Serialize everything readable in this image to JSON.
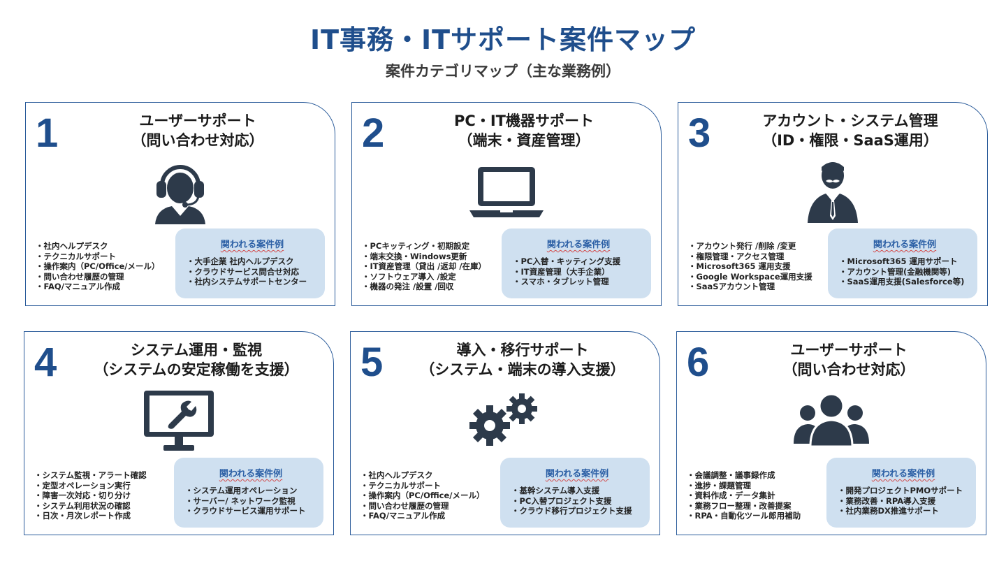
{
  "title": "IT事務・ITサポート案件マップ",
  "subtitle": "案件カテゴリマップ（主な業務例）",
  "example_heading": "関われる案件例",
  "colors": {
    "accent": "#1f4e8c",
    "example_bg": "#cfe0f0",
    "icon": "#2d3a4a"
  },
  "cards": [
    {
      "num": "1",
      "title": [
        "ユーザーサポート",
        "（問い合わせ対応）"
      ],
      "icon": "headset-support-icon",
      "tasks": [
        "・社内ヘルプデスク",
        "・テクニカルサポート",
        "・操作案内（PC/Office/メール）",
        "・問い合わせ履歴の管理",
        "・FAQ/マニュアル作成"
      ],
      "examples": [
        "・大手企業 社内ヘルプデスク",
        "・クラウドサービス問合せ対応",
        "・社内システムサポートセンター"
      ]
    },
    {
      "num": "2",
      "title": [
        "PC・IT機器サポート",
        "（端末・資産管理）"
      ],
      "icon": "laptop-icon",
      "tasks": [
        "・PCキッティング・初期設定",
        "・端末交換・Windows更新",
        "・IT資産管理（貸出 /返却 /在庫）",
        "・ソフトウェア導入 /設定",
        "・機器の発注 /設置 /回収"
      ],
      "examples": [
        "・PC入替・キッティング支援",
        "・IT資産管理（大手企業）",
        "・スマホ・タブレット管理"
      ]
    },
    {
      "num": "3",
      "title": [
        "アカウント・システム管理",
        "（ID・権限・SaaS運用）"
      ],
      "icon": "admin-user-icon",
      "tasks": [
        "・アカウント発行 /削除 /変更",
        "・権限管理・アクセス管理",
        "・Microsoft365 運用支援",
        "・Google Workspace運用支援",
        "・SaaSアカウント管理"
      ],
      "examples": [
        "・Microsoft365 運用サポート",
        "・アカウント管理(金融機関等)",
        "・SaaS運用支援(Salesforce等)"
      ]
    },
    {
      "num": "4",
      "title": [
        "システム運用・監視",
        "（システムの安定稼働を支援）"
      ],
      "icon": "monitor-wrench-icon",
      "tasks": [
        "・システム監視・アラート確認",
        "・定型オペレーション実行",
        "・障害一次対応・切り分け",
        "・システム利用状況の確認",
        "・日次・月次レポート作成"
      ],
      "examples": [
        "・システム運用オペレーション",
        "・サーバー/ ネットワーク監視",
        "・クラウドサービス運用サポート"
      ]
    },
    {
      "num": "5",
      "title": [
        "導入・移行サポート",
        "（システム・端末の導入支援）"
      ],
      "icon": "gears-icon",
      "tasks": [
        "・社内ヘルプデスク",
        "・テクニカルサポート",
        "・操作案内（PC/Office/メール）",
        "・問い合わせ履歴の管理",
        "・FAQ/マニュアル作成"
      ],
      "examples": [
        "・基幹システム導入支援",
        "・PC入替プロジェクト支援",
        "・クラウド移行プロジェクト支援"
      ]
    },
    {
      "num": "6",
      "title": [
        "ユーザーサポート",
        "（問い合わせ対応）"
      ],
      "icon": "user-group-icon",
      "tasks": [
        "・会議調整・議事録作成",
        "・進捗・課題管理",
        "・資料作成・データ集計",
        "・業務フロー整理・改善提案",
        "・RPA・自動化ツール郎用補助"
      ],
      "examples": [
        "・開発プロジェクトPMOサポート",
        "・業務改善・RPA導入支援",
        "・社内業務DX推進サポート"
      ]
    }
  ]
}
